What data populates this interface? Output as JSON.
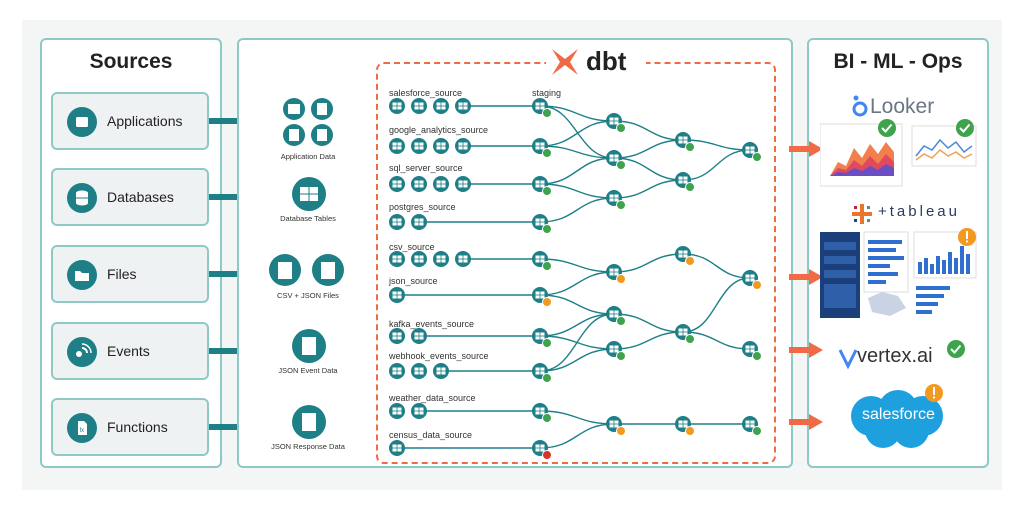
{
  "logo": {
    "text": "dbt"
  },
  "sources": {
    "title": "Sources",
    "items": [
      {
        "label": "Applications",
        "icon": "app-window-icon"
      },
      {
        "label": "Databases",
        "icon": "database-icon"
      },
      {
        "label": "Files",
        "icon": "folder-icon"
      },
      {
        "label": "Events",
        "icon": "events-icon"
      },
      {
        "label": "Functions",
        "icon": "function-icon"
      }
    ]
  },
  "types": [
    {
      "label": "Application Data"
    },
    {
      "label": "Database Tables"
    },
    {
      "label": "CSV + JSON Files"
    },
    {
      "label": "JSON Event Data"
    },
    {
      "label": "JSON Response Data"
    }
  ],
  "dbt_sources": [
    "salesforce_source",
    "google_analytics_source",
    "sql_server_source",
    "postgres_source",
    "csv_source",
    "json_source",
    "kafka_events_source",
    "webhook_events_source",
    "weather_data_source",
    "census_data_source"
  ],
  "staging_label": "staging",
  "bi": {
    "title": "BI - ML - Ops",
    "tools": [
      {
        "name": "Looker",
        "status": "ok"
      },
      {
        "name": "tableau",
        "status": "warning"
      },
      {
        "name": "vertex.ai",
        "status": "ok"
      },
      {
        "name": "salesforce",
        "status": "warning"
      }
    ]
  },
  "colors": {
    "teal": "#1e7f87",
    "green": "#3fa34d",
    "warning": "#f29a1f",
    "error": "#d9342b",
    "dbt_orange": "#ef6a45"
  }
}
